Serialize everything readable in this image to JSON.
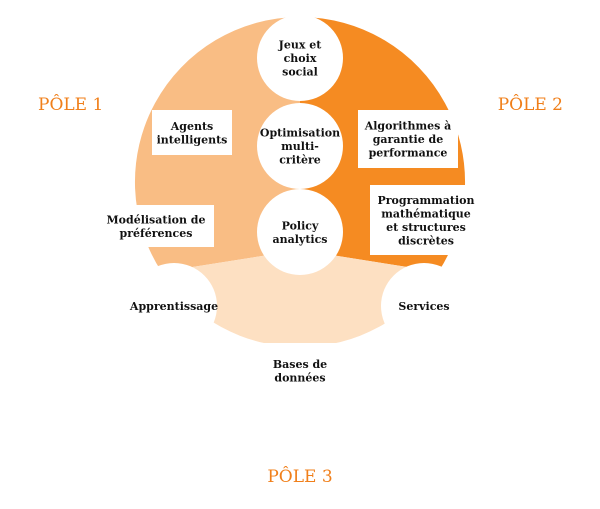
{
  "colors": {
    "pole1": "#f9bd84",
    "pole2": "#f58b22",
    "pole3": "#fde0c2",
    "label": "#f07f1a",
    "box": "#ffffff",
    "text": "#111111"
  },
  "poles": [
    {
      "id": "pole1",
      "label": "PÔLE 1"
    },
    {
      "id": "pole2",
      "label": "PÔLE 2"
    },
    {
      "id": "pole3",
      "label": "PÔLE 3"
    }
  ],
  "circles": [
    {
      "id": "jeux",
      "lines": [
        "Jeux et",
        "choix",
        "social"
      ]
    },
    {
      "id": "optimisation",
      "lines": [
        "Optimisation",
        "multi-",
        "critère"
      ]
    },
    {
      "id": "policy",
      "lines": [
        "Policy",
        "analytics"
      ]
    },
    {
      "id": "apprentissage",
      "lines": [
        "Apprentissage"
      ]
    },
    {
      "id": "services",
      "lines": [
        "Services"
      ]
    }
  ],
  "boxes": [
    {
      "id": "agents",
      "lines": [
        "Agents",
        "intelligents"
      ]
    },
    {
      "id": "modelisation",
      "lines": [
        "Modélisation de",
        "préférences"
      ]
    },
    {
      "id": "algorithmes",
      "lines": [
        "Algorithmes à",
        "garantie de",
        "performance"
      ]
    },
    {
      "id": "programmation",
      "lines": [
        "Programmation",
        "mathématique",
        "et structures",
        "discrètes"
      ]
    },
    {
      "id": "bases",
      "lines": [
        "Bases de",
        "données"
      ]
    }
  ]
}
